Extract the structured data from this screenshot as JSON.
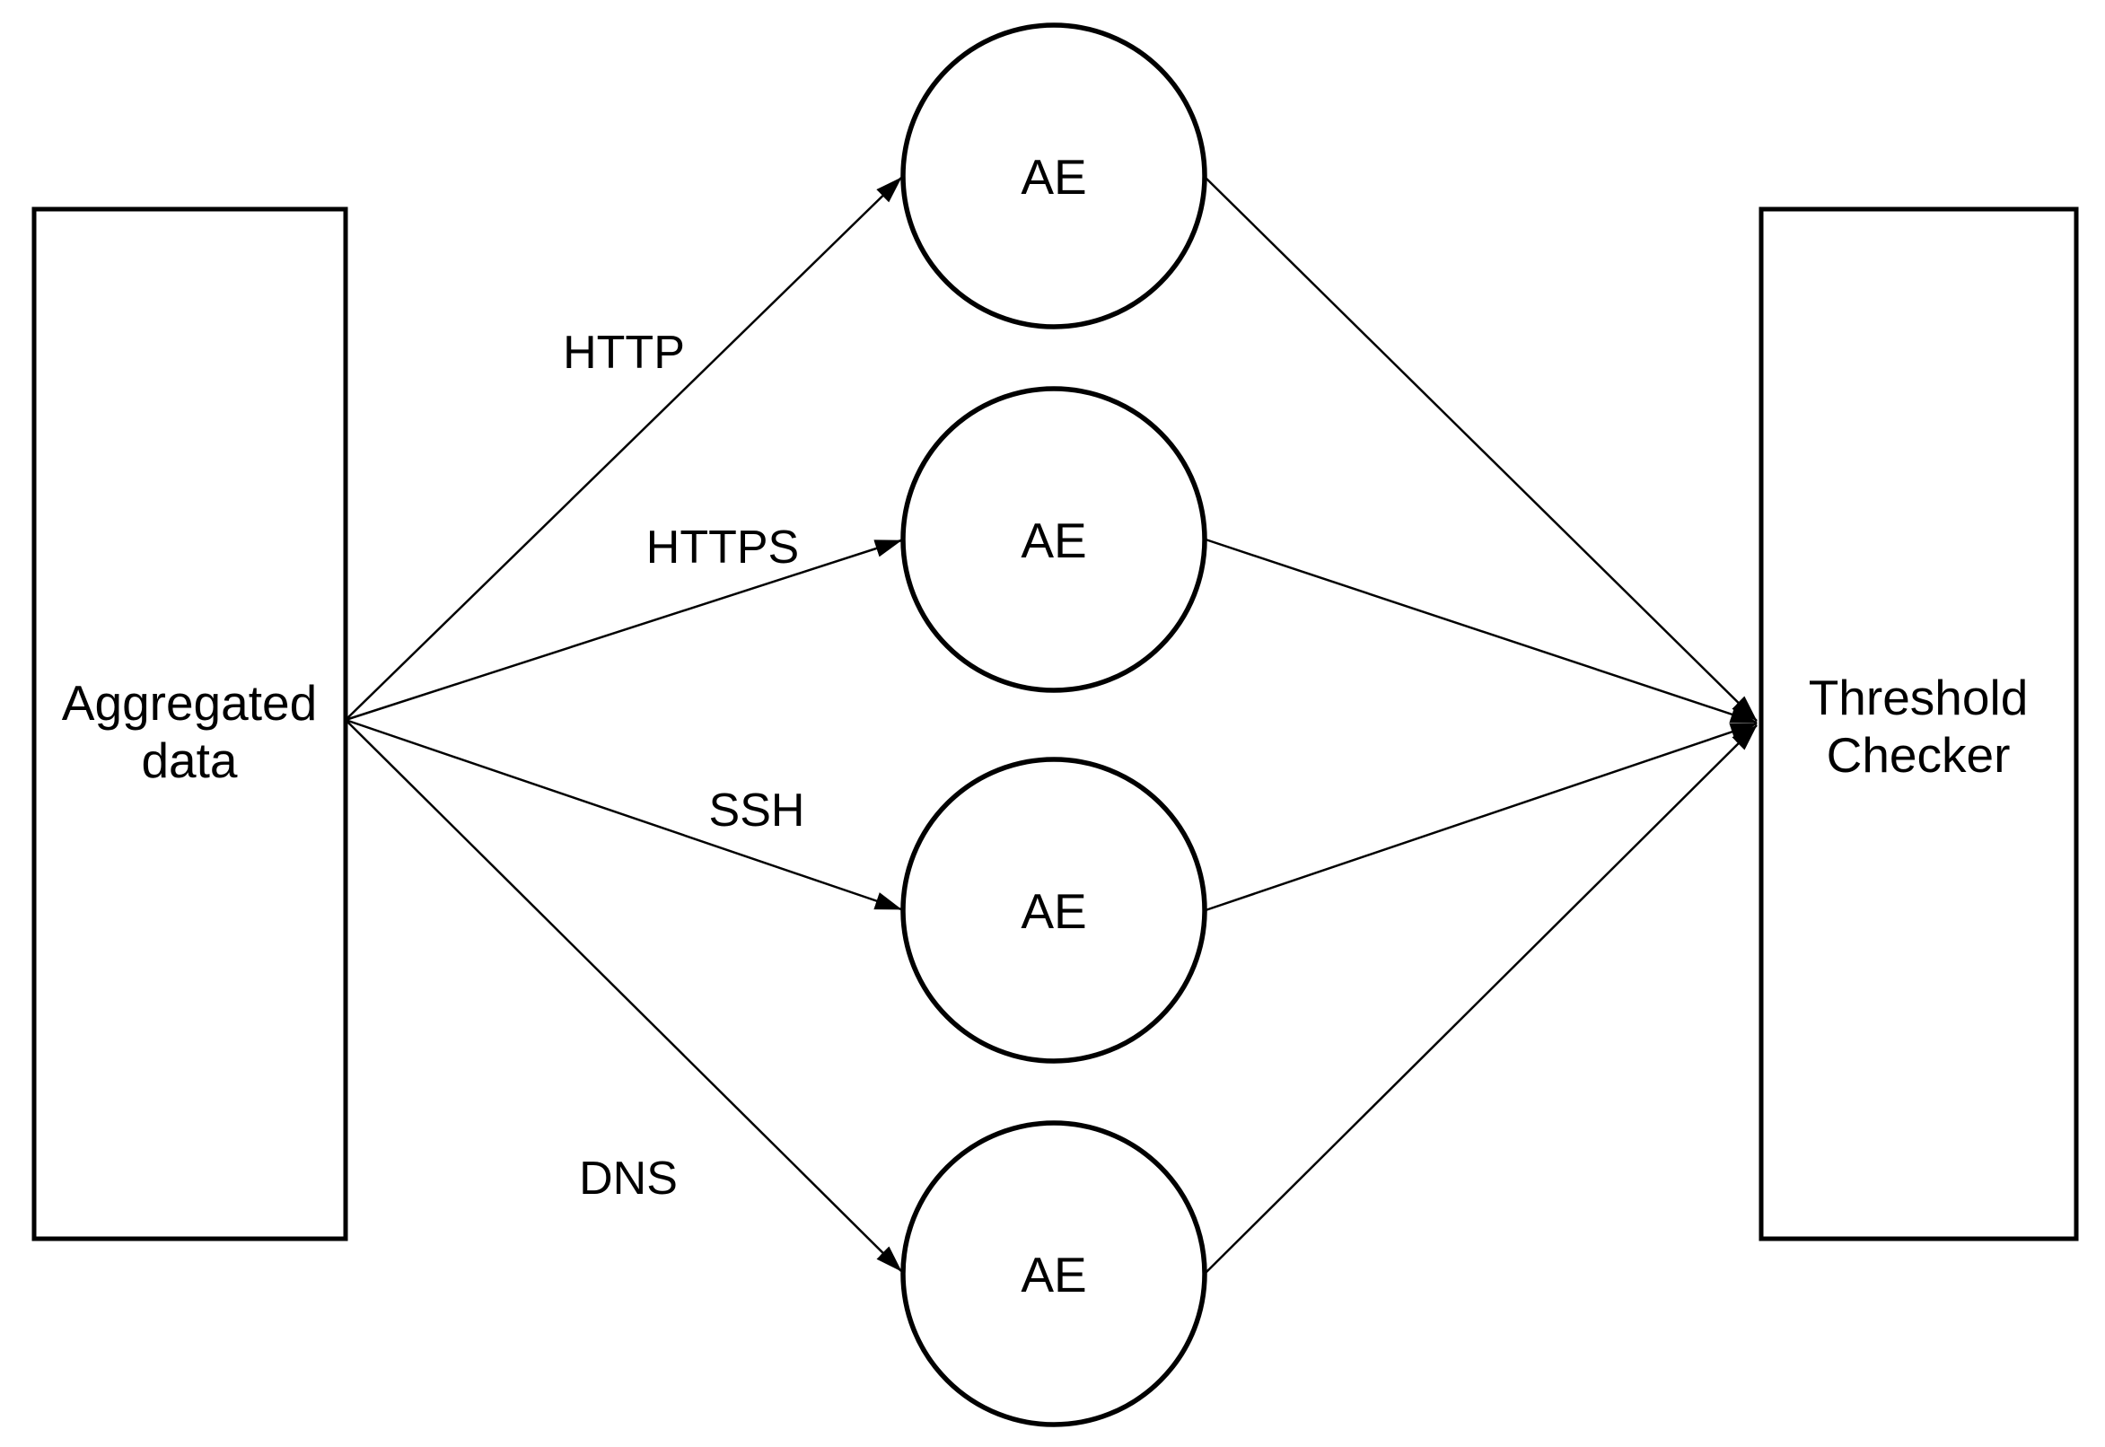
{
  "colors": {
    "background": "#ffffff",
    "stroke": "#000000",
    "text": "#000000"
  },
  "left_box": {
    "line1": "Aggregated",
    "line2": "data"
  },
  "right_box": {
    "line1": "Threshold",
    "line2": "Checker"
  },
  "nodes": [
    {
      "label": "AE"
    },
    {
      "label": "AE"
    },
    {
      "label": "AE"
    },
    {
      "label": "AE"
    }
  ],
  "edges": {
    "http": "HTTP",
    "https": "HTTPS",
    "ssh": "SSH",
    "dns": "DNS"
  }
}
